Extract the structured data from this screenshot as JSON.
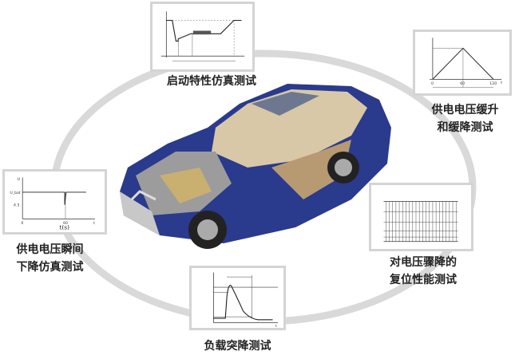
{
  "panels": {
    "startup": {
      "label": "启动特性仿真测试"
    },
    "ramp": {
      "label_line1": "供电电压缓升",
      "label_line2": "和缓降测试",
      "x_ticks": [
        "0",
        "60",
        "120"
      ],
      "t_label": "t"
    },
    "dropout": {
      "label_line1": "供电电压瞬间",
      "label_line2": "下降仿真测试",
      "y_axis": "U",
      "y_ticks": [
        "U_bat",
        "4.5"
      ],
      "x_ticks": [
        "0",
        "60"
      ],
      "t_label": "t",
      "x_unit": "t(s)"
    },
    "reset": {
      "label_line1": "对电压骤降的",
      "label_line2": "复位性能测试"
    },
    "load_dump": {
      "label": "负载突降测试",
      "t_label": "t"
    }
  },
  "colors": {
    "ring": "#d9d9d9",
    "car_body": "#2a3a8c",
    "panel_border": "#d4d4d4"
  }
}
